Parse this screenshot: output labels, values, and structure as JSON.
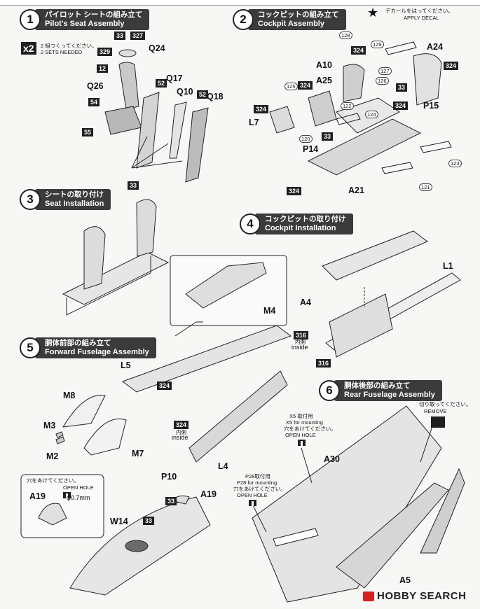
{
  "steps": {
    "s1": {
      "num": "1",
      "jp": "パイロット シートの組み立て",
      "en": "Pilot's Seat Assembly"
    },
    "s2": {
      "num": "2",
      "jp": "コックピットの組み立て",
      "en": "Cockpit Assembly"
    },
    "s3": {
      "num": "3",
      "jp": "シートの取り付け",
      "en": "Seat Installation"
    },
    "s4": {
      "num": "4",
      "jp": "コックピットの取り付け",
      "en": "Cockpit Installation"
    },
    "s5": {
      "num": "5",
      "jp": "胴体前部の組み立て",
      "en": "Forward Fuselage Assembly"
    },
    "s6": {
      "num": "6",
      "jp": "胴体後部の組み立て",
      "en": "Rear Fuselage Assembly"
    }
  },
  "x2": {
    "badge": "x2",
    "jp": "2 組つくってください。",
    "en": "2 SETS NEEDED"
  },
  "decal": {
    "jp": "デカールをはってください。",
    "en": "APPLY DECAL"
  },
  "parts": {
    "q24": "Q24",
    "q17": "Q17",
    "q10": "Q10",
    "q18": "Q18",
    "q26": "Q26",
    "a24": "A24",
    "a10": "A10",
    "a25": "A25",
    "p15": "P15",
    "l7": "L7",
    "p14": "P14",
    "a21": "A21",
    "m4": "M4",
    "l1": "L1",
    "a4": "A4",
    "l5": "L5",
    "m8": "M8",
    "m3": "M3",
    "m2": "M2",
    "m7": "M7",
    "l4": "L4",
    "a30": "A30",
    "a5": "A5",
    "p10": "P10",
    "a19": "A19",
    "a19b": "A19",
    "w14": "W14"
  },
  "decals": {
    "d33a": "33",
    "d327": "327",
    "d329": "329",
    "d12": "12",
    "d52a": "52",
    "d52b": "52",
    "d54": "54",
    "d55": "55",
    "d33b": "33",
    "d324a": "324",
    "d324b": "324",
    "d324c": "324",
    "d324d": "324",
    "d324e": "324",
    "d324f": "324",
    "d33c": "33",
    "d33d": "33",
    "d316a": "316",
    "d316b": "316",
    "d324g": "324",
    "d324h": "324",
    "d33e": "33",
    "d33f": "33"
  },
  "numtags": {
    "n128": "128",
    "n129": "129",
    "n127": "127",
    "n126": "126",
    "n125": "125",
    "n122": "122",
    "n124": "124",
    "n120": "120",
    "n123": "123",
    "n121": "121"
  },
  "notes": {
    "inside_jp": "内側",
    "inside_en": "inside",
    "inside2_jp": "内側",
    "inside2_en": "inside",
    "x5_jp": "X5 取付用",
    "x5_en": "X5 for mounting",
    "hole_jp": "穴をあけてください。",
    "hole_en": "OPEN HOLE",
    "p28_jp": "P28取付用",
    "p28_en": "P28 for mounting",
    "hole2_jp": "穴をあけてください。",
    "hole2_en": "OPEN HOLE",
    "hole3_jp": "穴をあけてください。",
    "hole3_en": "OPEN HOLE",
    "dia": "φ0.7mm",
    "remove_jp": "切り取ってください。",
    "remove_en": "REMOVE"
  },
  "logo": {
    "text": "HOBBY SEARCH"
  }
}
